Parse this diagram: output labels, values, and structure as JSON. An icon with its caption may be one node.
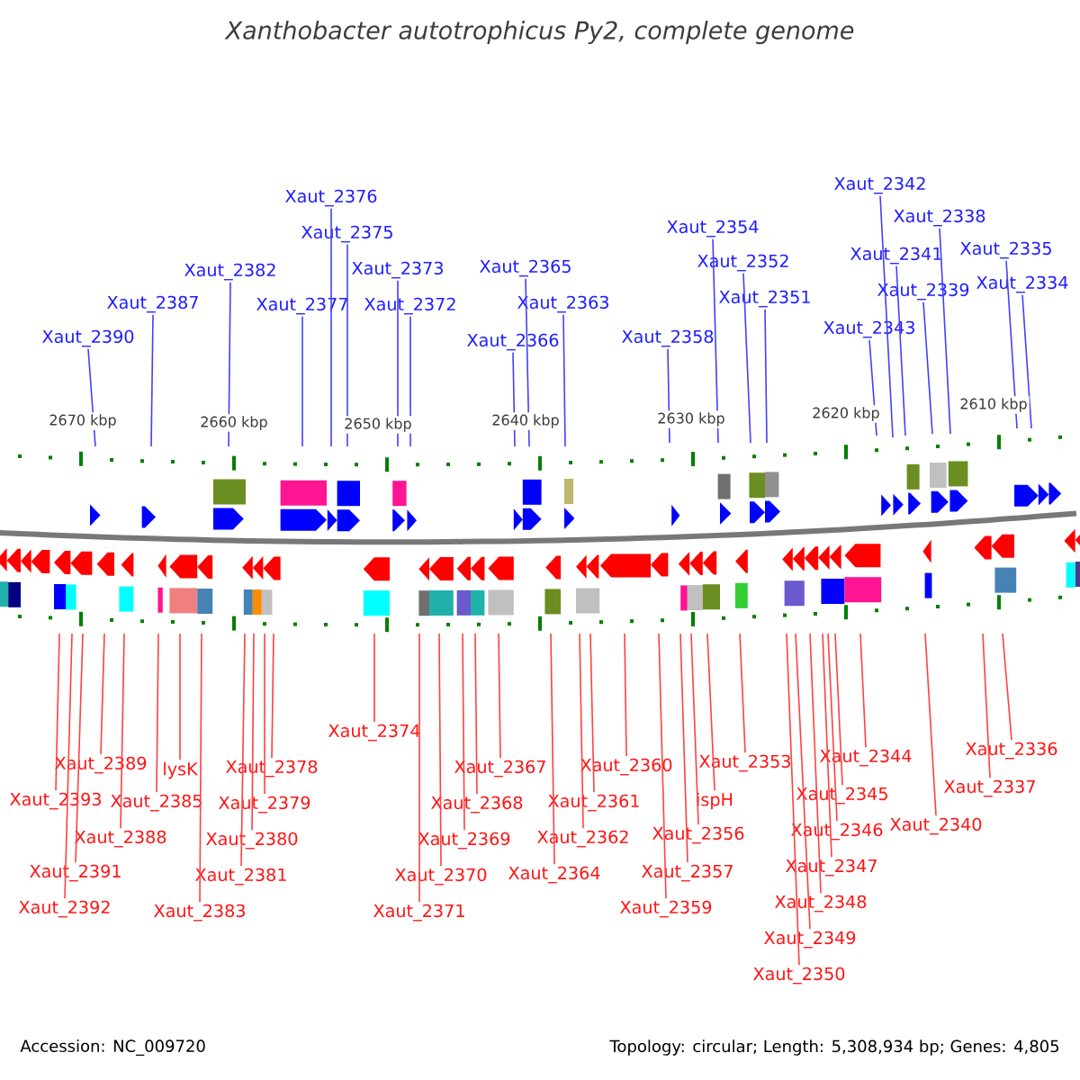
{
  "diagram": {
    "title": "Xanthobacter autotrophicus Py2, complete genome",
    "nodes": [
      {
        "text": [
          "Xaut_2390"
        ]
      },
      {
        "text": [
          "Xaut_2387"
        ]
      },
      {
        "text": [
          "Xaut_2382"
        ]
      },
      {
        "text": [
          "Xaut_2377"
        ]
      },
      {
        "text": [
          "Xaut_2376"
        ]
      },
      {
        "text": [
          "Xaut_2375"
        ]
      },
      {
        "text": [
          "Xaut_2373"
        ]
      },
      {
        "text": [
          "Xaut_2372"
        ]
      },
      {
        "text": [
          "Xaut_2366"
        ]
      },
      {
        "text": [
          "Xaut_2365"
        ]
      },
      {
        "text": [
          "Xaut_2363"
        ]
      },
      {
        "text": [
          "Xaut_2358"
        ]
      },
      {
        "text": [
          "Xaut_2354"
        ]
      },
      {
        "text": [
          "Xaut_2352"
        ]
      },
      {
        "text": [
          "Xaut_2351"
        ]
      },
      {
        "text": [
          "Xaut_2343"
        ]
      },
      {
        "text": [
          "Xaut_2342"
        ]
      },
      {
        "text": [
          "Xaut_2341"
        ]
      },
      {
        "text": [
          "Xaut_2339"
        ]
      },
      {
        "text": [
          "Xaut_2338"
        ]
      },
      {
        "text": [
          "Xaut_2335"
        ]
      },
      {
        "text": [
          "Xaut_2334"
        ]
      },
      {
        "text": [
          "Xaut_2393"
        ]
      },
      {
        "text": [
          "Xaut_2392"
        ]
      },
      {
        "text": [
          "Xaut_2391"
        ]
      },
      {
        "text": [
          "Xaut_2389"
        ]
      },
      {
        "text": [
          "Xaut_2388"
        ]
      },
      {
        "text": [
          "Xaut_2385"
        ]
      },
      {
        "text": [
          "lysK"
        ]
      },
      {
        "text": [
          "Xaut_2383"
        ]
      },
      {
        "text": [
          "Xaut_2381"
        ]
      },
      {
        "text": [
          "Xaut_2380"
        ]
      },
      {
        "text": [
          "Xaut_2379"
        ]
      },
      {
        "text": [
          "Xaut_2378"
        ]
      },
      {
        "text": [
          "Xaut_2374"
        ]
      },
      {
        "text": [
          "Xaut_2371"
        ]
      },
      {
        "text": [
          "Xaut_2370"
        ]
      },
      {
        "text": [
          "Xaut_2369"
        ]
      },
      {
        "text": [
          "Xaut_2368"
        ]
      },
      {
        "text": [
          "Xaut_2367"
        ]
      },
      {
        "text": [
          "Xaut_2364"
        ]
      },
      {
        "text": [
          "Xaut_2362"
        ]
      },
      {
        "text": [
          "Xaut_2361"
        ]
      },
      {
        "text": [
          "Xaut_2360"
        ]
      },
      {
        "text": [
          "Xaut_2359"
        ]
      },
      {
        "text": [
          "Xaut_2357"
        ]
      },
      {
        "text": [
          "Xaut_2356"
        ]
      },
      {
        "text": [
          "ispH"
        ]
      },
      {
        "text": [
          "Xaut_2353"
        ]
      },
      {
        "text": [
          "Xaut_2350"
        ]
      },
      {
        "text": [
          "Xaut_2349"
        ]
      },
      {
        "text": [
          "Xaut_2348"
        ]
      },
      {
        "text": [
          "Xaut_2347"
        ]
      },
      {
        "text": [
          "Xaut_2346"
        ]
      },
      {
        "text": [
          "Xaut_2345"
        ]
      },
      {
        "text": [
          "Xaut_2344"
        ]
      },
      {
        "text": [
          "Xaut_2340"
        ]
      },
      {
        "text": [
          "Xaut_2337"
        ]
      },
      {
        "text": [
          "Xaut_2336"
        ]
      }
    ],
    "edges": [
      {
        "from": 0,
        "to": null,
        "arrow": "none",
        "color": "#4040ff"
      },
      {
        "from": 1,
        "to": null,
        "arrow": "none",
        "color": "#4040ff"
      },
      {
        "from": 2,
        "to": null,
        "arrow": "none",
        "color": "#4040ff"
      },
      {
        "from": 3,
        "to": null,
        "arrow": "none",
        "color": "#4040ff"
      },
      {
        "from": 4,
        "to": null,
        "arrow": "none",
        "color": "#4040ff"
      },
      {
        "from": 5,
        "to": null,
        "arrow": "none",
        "color": "#4040ff"
      },
      {
        "from": 6,
        "to": null,
        "arrow": "none",
        "color": "#4040ff"
      },
      {
        "from": 7,
        "to": null,
        "arrow": "none",
        "color": "#4040ff"
      },
      {
        "from": 8,
        "to": null,
        "arrow": "none",
        "color": "#4040ff"
      },
      {
        "from": 9,
        "to": null,
        "arrow": "none",
        "color": "#4040ff"
      },
      {
        "from": 10,
        "to": null,
        "arrow": "none",
        "color": "#4040ff"
      },
      {
        "from": 11,
        "to": null,
        "arrow": "none",
        "color": "#4040ff"
      },
      {
        "from": 12,
        "to": null,
        "arrow": "none",
        "color": "#4040ff"
      },
      {
        "from": 13,
        "to": null,
        "arrow": "none",
        "color": "#4040ff"
      },
      {
        "from": 14,
        "to": null,
        "arrow": "none",
        "color": "#4040ff"
      },
      {
        "from": 15,
        "to": null,
        "arrow": "none",
        "color": "#4040ff"
      },
      {
        "from": 16,
        "to": null,
        "arrow": "none",
        "color": "#4040ff"
      },
      {
        "from": 17,
        "to": null,
        "arrow": "none",
        "color": "#4040ff"
      },
      {
        "from": 18,
        "to": null,
        "arrow": "none",
        "color": "#4040ff"
      },
      {
        "from": 19,
        "to": null,
        "arrow": "none",
        "color": "#4040ff"
      },
      {
        "from": 20,
        "to": null,
        "arrow": "none",
        "color": "#4040ff"
      },
      {
        "from": 21,
        "to": null,
        "arrow": "none",
        "color": "#4040ff"
      },
      {
        "from": 22,
        "to": null,
        "arrow": "none"
      },
      {
        "from": 23,
        "to": null,
        "arrow": "none"
      },
      {
        "from": 24,
        "to": null,
        "arrow": "none"
      },
      {
        "from": 25,
        "to": null,
        "arrow": "none"
      },
      {
        "from": 26,
        "to": null,
        "arrow": "none"
      },
      {
        "from": 27,
        "to": null,
        "arrow": "none"
      },
      {
        "from": 28,
        "to": null,
        "arrow": "none"
      },
      {
        "from": 29,
        "to": null,
        "arrow": "none"
      },
      {
        "from": 30,
        "to": null,
        "arrow": "none"
      },
      {
        "from": 31,
        "to": null,
        "arrow": "none"
      },
      {
        "from": 32,
        "to": null,
        "arrow": "none"
      },
      {
        "from": 33,
        "to": null,
        "arrow": "none"
      },
      {
        "from": 34,
        "to": null,
        "arrow": "none"
      },
      {
        "from": 35,
        "to": null,
        "arrow": "none"
      },
      {
        "from": 36,
        "to": null,
        "arrow": "none"
      },
      {
        "from": 37,
        "to": null,
        "arrow": "none"
      },
      {
        "from": 38,
        "to": null,
        "arrow": "none"
      },
      {
        "from": 39,
        "to": null,
        "arrow": "none"
      },
      {
        "from": 40,
        "to": null,
        "arrow": "none"
      },
      {
        "from": 41,
        "to": null,
        "arrow": "none"
      },
      {
        "from": 42,
        "to": null,
        "arrow": "none"
      },
      {
        "from": 43,
        "to": null,
        "arrow": "none"
      },
      {
        "from": 44,
        "to": null,
        "arrow": "none"
      },
      {
        "from": 45,
        "to": null,
        "arrow": "none"
      },
      {
        "from": 46,
        "to": null,
        "arrow": "none"
      },
      {
        "from": 47,
        "to": null,
        "arrow": "none"
      },
      {
        "from": 48,
        "to": null,
        "arrow": "none"
      },
      {
        "from": 49,
        "to": null,
        "arrow": "none"
      },
      {
        "from": 50,
        "to": null,
        "arrow": "none"
      },
      {
        "from": 51,
        "to": null,
        "arrow": "none"
      },
      {
        "from": 52,
        "to": null,
        "arrow": "none"
      },
      {
        "from": 53,
        "to": null,
        "arrow": "none"
      },
      {
        "from": 54,
        "to": null,
        "arrow": "none"
      },
      {
        "from": 55,
        "to": null,
        "arrow": "none"
      },
      {
        "from": 56,
        "to": null,
        "arrow": "none"
      },
      {
        "from": 57,
        "to": null,
        "arrow": "none"
      },
      {
        "from": 58,
        "to": null,
        "arrow": "none"
      }
    ],
    "labels": [
      "2670 kbp",
      "2660 kbp",
      "2650 kbp",
      "2640 kbp",
      "2630 kbp",
      "2620 kbp",
      "2610 kbp",
      "Accession: NC_009720",
      "Topology: circular; Length: 5,308,934 bp; Genes: 4,805"
    ]
  }
}
